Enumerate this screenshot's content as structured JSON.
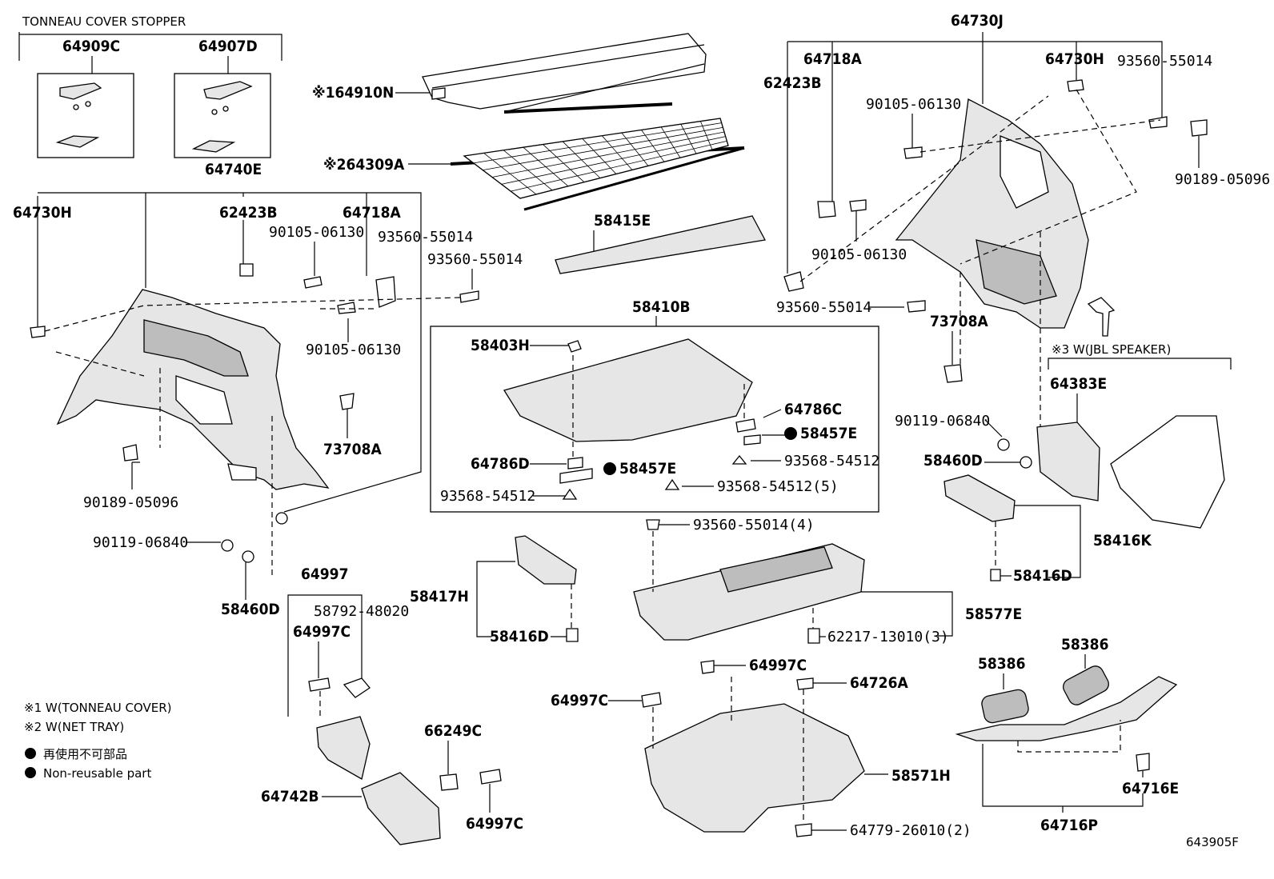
{
  "header": {
    "tonneau_group_title": "TONNEAU COVER STOPPER"
  },
  "labels": {
    "p64909C": "64909C",
    "p64907D": "64907D",
    "p64740E": "64740E",
    "p64730H_l": "64730H",
    "p62423B_l": "62423B",
    "p64718A_l": "64718A",
    "p90105_06130_a": "90105-06130",
    "p93560_55014_a": "93560-55014",
    "p93560_55014_b": "93560-55014",
    "p90105_06130_b": "90105-06130",
    "p73708A_l": "73708A",
    "p90189_05096_l": "90189-05096",
    "p90119_06840_l": "90119-06840",
    "p58460D_l": "58460D",
    "p64910N": "※164910N",
    "p64309A": "※264309A",
    "p58415E": "58415E",
    "p58410B": "58410B",
    "p58403H": "58403H",
    "p64786C": "64786C",
    "p58457E_r": "58457E",
    "p64786D": "64786D",
    "p58457E_l": "58457E",
    "p93568_54512_r": "93568-54512",
    "p93568_54512_l": "93568-54512",
    "p93568_54512_5": "93568-54512(5)",
    "p64730J": "64730J",
    "p64718A_r": "64718A",
    "p64730H_r": "64730H",
    "p93560_55014_r": "93560-55014",
    "p62423B_r": "62423B",
    "p90105_06130_r1": "90105-06130",
    "p90189_05096_r": "90189-05096",
    "p90105_06130_r2": "90105-06130",
    "p93560_55014_r2": "93560-55014",
    "p73708A_r": "73708A",
    "jbl_note": "※3  W(JBL SPEAKER)",
    "p64383E": "64383E",
    "p90119_06840_r": "90119-06840",
    "p58460D_r": "58460D",
    "p58416K": "58416K",
    "p58416D_r": "58416D",
    "p64997": "64997",
    "p58792_48020": "58792-48020",
    "p64997C_a": "64997C",
    "p58417H": "58417H",
    "p58416D_m": "58416D",
    "p93560_55014_4": "93560-55014(4)",
    "p58577E": "58577E",
    "p62217_13010": "62217-13010(3)",
    "p64997C_b": "64997C",
    "p64726A": "64726A",
    "p64997C_c": "64997C",
    "p58571H": "58571H",
    "p64779_26010": "64779-26010(2)",
    "p66249C": "66249C",
    "p64742B": "64742B",
    "p64997C_d": "64997C",
    "p58386_l": "58386",
    "p58386_r": "58386",
    "p64716E": "64716E",
    "p64716P": "64716P"
  },
  "legend": {
    "note1": "※1 W(TONNEAU COVER)",
    "note2": "※2 W(NET TRAY)",
    "note3": "再使用不可部品",
    "note4": "Non-reusable part"
  },
  "footer": {
    "diagram_id": "643905F"
  }
}
